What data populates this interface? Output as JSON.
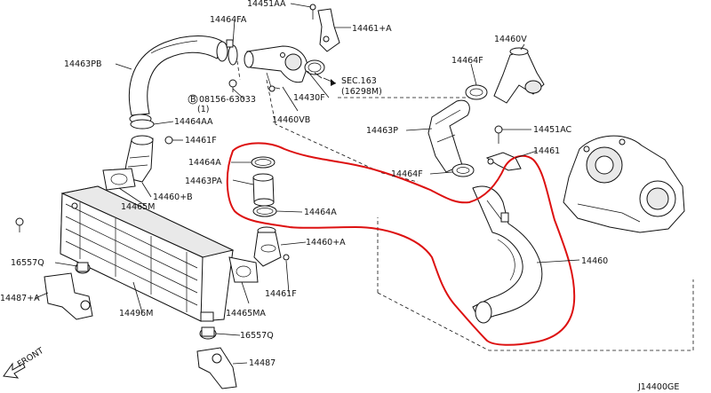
{
  "diagram": {
    "code": "J14400GE",
    "front_label": "FRONT",
    "labels": {
      "p14451AA": "14451AA",
      "p14464FA": "14464FA",
      "p14461A_top": "14461+A",
      "p14463PB": "14463PB",
      "sec163_a": "SEC.163",
      "sec163_b": "(16298M)",
      "p08156": "08156-63033",
      "p08156_qty": "(1)",
      "p14430F": "14430F",
      "p14460VB": "14460VB",
      "p14464AA": "14464AA",
      "p14461F_top": "14461F",
      "p14465M": "14465M",
      "p14460B": "14460+B",
      "p14464A_1": "14464A",
      "p14463PA": "14463PA",
      "p14464A_2": "14464A",
      "p14460A": "14460+A",
      "p16557Q_1": "16557Q",
      "p14487A": "14487+A",
      "p14496M": "14496M",
      "p14465MA": "14465MA",
      "p14461F_bot": "14461F",
      "p16557Q_2": "16557Q",
      "p14487": "14487",
      "p14460V": "14460V",
      "p14464F_1": "14464F",
      "p14463P": "14463P",
      "p14451AC": "14451AC",
      "p14461": "14461",
      "p14464F_2": "14464F",
      "p14460": "14460"
    },
    "highlight_color": "#d11111"
  }
}
